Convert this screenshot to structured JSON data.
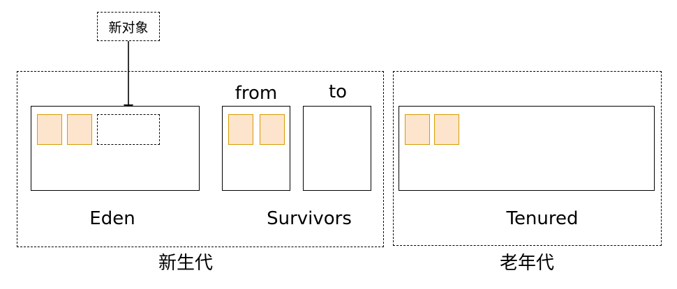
{
  "new_object": {
    "label": "新对象"
  },
  "young_generation": {
    "label": "新生代",
    "eden": {
      "label": "Eden"
    },
    "survivors": {
      "label": "Survivors",
      "from": {
        "label": "from"
      },
      "to": {
        "label": "to"
      }
    }
  },
  "old_generation": {
    "label": "老年代",
    "tenured": {
      "label": "Tenured"
    }
  },
  "colors": {
    "object_fill": "#fde4cc",
    "object_border": "#d79b00",
    "line": "#000000"
  }
}
